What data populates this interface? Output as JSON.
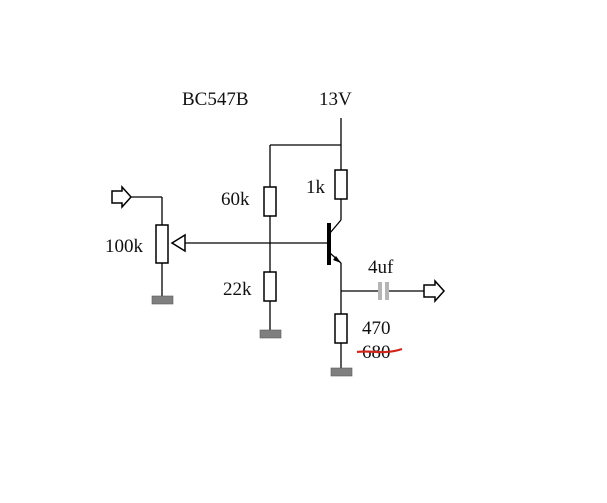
{
  "labels": {
    "transistor": "BC547B",
    "supply": "13V",
    "r_collector": "1k",
    "r_bias_top": "60k",
    "r_bias_bottom": "22k",
    "potentiometer": "100k",
    "capacitor": "4uf",
    "r_emitter": "470",
    "r_emitter_old": "680"
  },
  "colors": {
    "wire": "#000000",
    "ground": "#7f7f7f",
    "capacitor": "#b5b5b5",
    "strike": "#d0261c"
  }
}
